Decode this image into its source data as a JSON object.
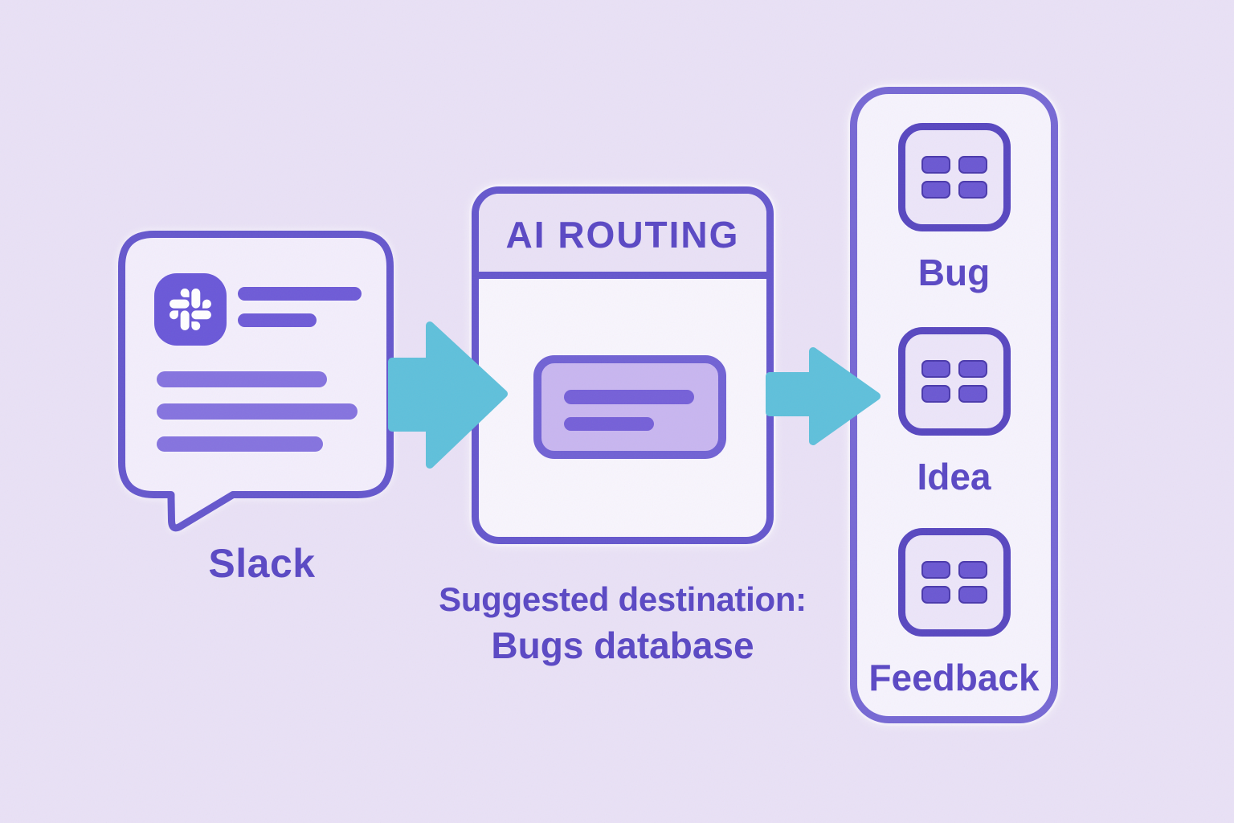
{
  "source": {
    "label": "Slack",
    "icon": "slack-icon"
  },
  "router": {
    "title": "AI ROUTING"
  },
  "suggestion": {
    "prefix": "Suggested destination:",
    "value": "Bugs database"
  },
  "destinations": {
    "items": [
      {
        "label": "Bug",
        "icon": "database-icon"
      },
      {
        "label": "Idea",
        "icon": "database-icon"
      },
      {
        "label": "Feedback",
        "icon": "database-icon"
      }
    ]
  },
  "icons": {
    "flow": "arrow-right-icon"
  },
  "colors": {
    "background": "#e9e1f6",
    "card_fill": "#f3eefc",
    "body_fill": "#f8f5fd",
    "panel_fill": "#f6f3fd",
    "border_purple": "#6557cd",
    "panel_border": "#7668d4",
    "text_purple": "#5a48c4",
    "bar_dark": "#6e5bd7",
    "bar_light": "#8573df",
    "slack_icon_fill": "#6a58d8",
    "chip_fill": "#c8b6f0",
    "chip_border": "#7162d4",
    "chip_bar": "#7560d8",
    "tile_fill": "#ece5f9",
    "tile_border": "#5847c0",
    "cell_fill": "#6b58d2",
    "cell_edge": "#4a39ac",
    "arrow_teal": "#5fc0db",
    "header_fill": "#e9e1f6"
  }
}
